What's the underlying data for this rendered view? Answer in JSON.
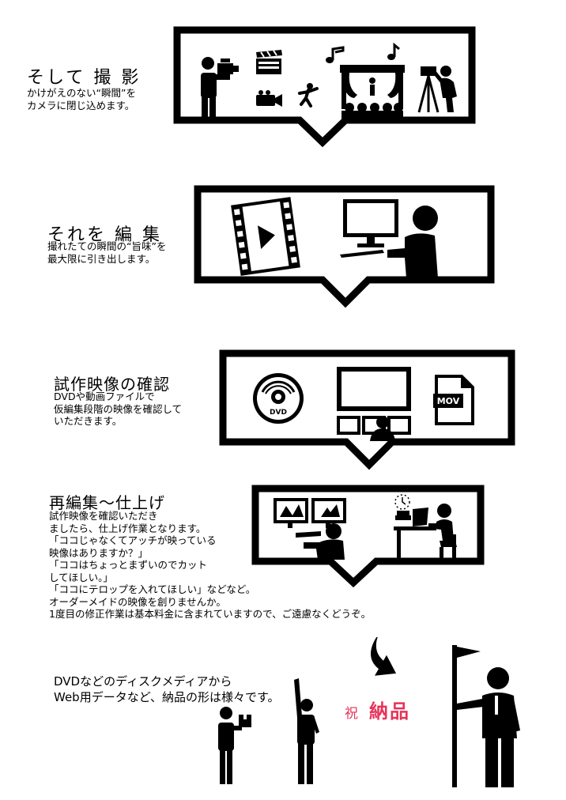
{
  "steps": [
    {
      "title": "そして 撮 影",
      "lines": [
        "かけがえのない“瞬間”を",
        "カメラに閉じ込めます。"
      ],
      "icons": [
        "cameraman-icon",
        "clapperboard-icon",
        "music-note-icon",
        "music-note-icon",
        "video-camera-icon",
        "dancer-icon",
        "theater-stage-icon",
        "tripod-camera-icon"
      ]
    },
    {
      "title": "それを 編 集",
      "lines": [
        "撮れたての瞬間の“旨味”を",
        "最大限に引き出します。"
      ],
      "icons": [
        "film-strip-play-icon",
        "editor-at-computer-icon"
      ]
    },
    {
      "title": "試作映像の確認",
      "lines": [
        "DVDや動画ファイルで",
        "仮編集段階の映像を確認して",
        "いただきます。"
      ],
      "icons": [
        "dvd-disc-icon",
        "monitor-review-icon",
        "mov-file-icon"
      ],
      "dvd_label": "DVD",
      "mov_label": "MOV"
    },
    {
      "title": "再編集～仕上げ",
      "lines": [
        "試作映像を確認いただき",
        "ましたら、仕上げ作業となります。",
        "「ココじゃなくてアッチが映っている",
        "映像はありますか？」",
        "「ココはちょっとまずいのでカット",
        "してほしい。」",
        "「ココにテロップを入れてほしい」などなど。",
        "オーダーメイドの映像を創りませんか。",
        "1度目の修正作業は基本料金に含まれていますので、ご遠慮なくどうぞ。"
      ],
      "icons": [
        "dual-monitor-editor-icon",
        "desk-worker-icon",
        "clock-icon"
      ]
    }
  ],
  "final": {
    "lines": [
      "DVDなどのディスクメディアから",
      "Web用データなど、納品の形は様々です。"
    ],
    "prefix": "祝",
    "label": "納品",
    "label_color": "#e8335a",
    "icons": [
      "curved-arrow-icon",
      "person-with-box-icon",
      "person-raising-hand-icon",
      "person-with-flag-icon"
    ]
  }
}
